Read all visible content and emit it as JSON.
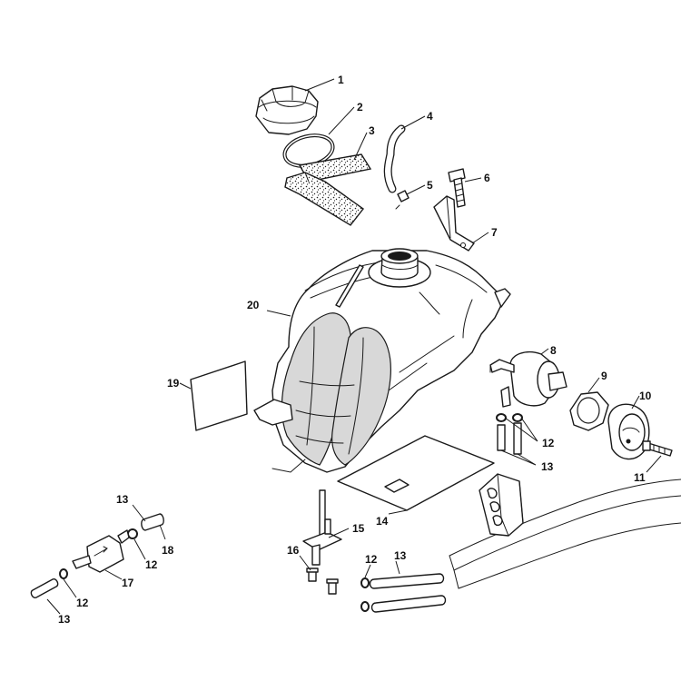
{
  "callouts": [
    {
      "id": "c1",
      "label": "1"
    },
    {
      "id": "c2",
      "label": "2"
    },
    {
      "id": "c3",
      "label": "3"
    },
    {
      "id": "c4",
      "label": "4"
    },
    {
      "id": "c5",
      "label": "5"
    },
    {
      "id": "c6",
      "label": "6"
    },
    {
      "id": "c7",
      "label": "7"
    },
    {
      "id": "c8",
      "label": "8"
    },
    {
      "id": "c9",
      "label": "9"
    },
    {
      "id": "c10",
      "label": "10"
    },
    {
      "id": "c11",
      "label": "11"
    },
    {
      "id": "c12a",
      "label": "12"
    },
    {
      "id": "c13a",
      "label": "13"
    },
    {
      "id": "c14",
      "label": "14"
    },
    {
      "id": "c15",
      "label": "15"
    },
    {
      "id": "c16",
      "label": "16"
    },
    {
      "id": "c12b",
      "label": "12"
    },
    {
      "id": "c13b",
      "label": "13"
    },
    {
      "id": "c13c",
      "label": "13"
    },
    {
      "id": "c18",
      "label": "18"
    },
    {
      "id": "c12c",
      "label": "12"
    },
    {
      "id": "c17",
      "label": "17"
    },
    {
      "id": "c12d",
      "label": "12"
    },
    {
      "id": "c13d",
      "label": "13"
    },
    {
      "id": "c19",
      "label": "19"
    },
    {
      "id": "c20",
      "label": "20"
    }
  ]
}
